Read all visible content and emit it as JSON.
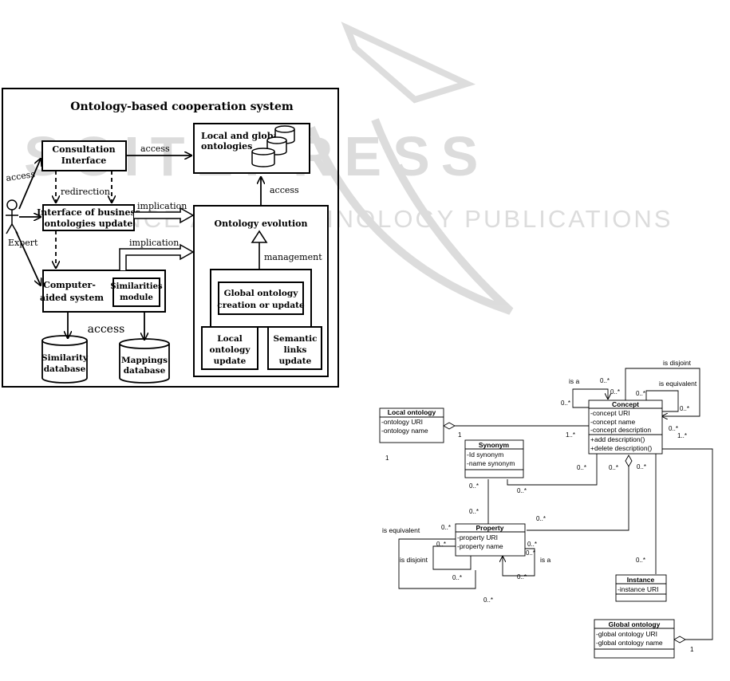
{
  "watermark": {
    "brand": "SCITEPRESS",
    "tagline": "SCIENCE AND TECHNOLOGY PUBLICATIONS",
    "color": "#d9d9d9"
  },
  "left_figure": {
    "title": "Ontology-based cooperation system",
    "actor": "Expert",
    "boxes": {
      "consultation": [
        "Consultation",
        "Interface"
      ],
      "business_update": [
        "Interface of business",
        "ontologies update"
      ],
      "computer_aided": [
        "Computer-",
        "aided system"
      ],
      "similarities": [
        "Similarities",
        "module"
      ],
      "local_global": [
        "Local and global",
        "ontologies"
      ],
      "evolution": "Ontology evolution",
      "global_creation": [
        "Global ontology",
        "creation or update"
      ],
      "local_update": [
        "Local",
        "ontology",
        "update"
      ],
      "semantic": [
        "Semantic",
        "links",
        "update"
      ],
      "similarity_db": [
        "Similarity",
        "database"
      ],
      "mappings_db": [
        "Mappings",
        "database"
      ]
    },
    "labels": {
      "access_top": "access",
      "access_left": "access",
      "redirection": "redirection",
      "implication_1": "implication",
      "implication_2": "implication",
      "management": "management",
      "access_vertical": "access",
      "access_big": "access"
    }
  },
  "right_figure": {
    "classes": {
      "local_ontology": {
        "name": "Local ontology",
        "attrs": [
          "-ontology URI",
          "-ontology name"
        ]
      },
      "concept": {
        "name": "Concept",
        "attrs": [
          "-concept URI",
          "-concept name",
          "-concept description"
        ],
        "ops": [
          "+add description()",
          "+delete description()"
        ]
      },
      "synonym": {
        "name": "Synonym",
        "attrs": [
          "-Id synonym",
          "-name synonym"
        ]
      },
      "property": {
        "name": "Property",
        "attrs": [
          "-property URI",
          "-property name"
        ]
      },
      "instance": {
        "name": "Instance",
        "attrs": [
          "-instance URI"
        ]
      },
      "global_ontology": {
        "name": "Global ontology",
        "attrs": [
          "-global ontology URI",
          "-global ontology name"
        ]
      }
    },
    "relations": {
      "is_a_concept": "is a",
      "is_disjoint_concept": "is disjoint",
      "is_equivalent_concept": "is equivalent",
      "is_equivalent_property": "is equivalent",
      "is_disjoint_property": "is disjoint",
      "is_a_property": "is a"
    },
    "multiplicities": {
      "m1": "0..*",
      "m2": "0..*",
      "m3": "0..*",
      "m4": "0..*",
      "m5": "0..*",
      "m6": "1",
      "m7": "1..*",
      "m8": "1",
      "m9": "1..*",
      "m10": "0..*",
      "m11": "0..*",
      "m12": "0..*",
      "m13": "0..*",
      "m14": "0..*",
      "m15": "0..*",
      "m16": "0..*",
      "m17": "0..*",
      "m18": "0..*",
      "m19": "0..*",
      "m20": "0..*",
      "m21": "0..*",
      "m22": "0..*",
      "m23": "0..*",
      "m24": "0..*",
      "m25": "1"
    }
  }
}
